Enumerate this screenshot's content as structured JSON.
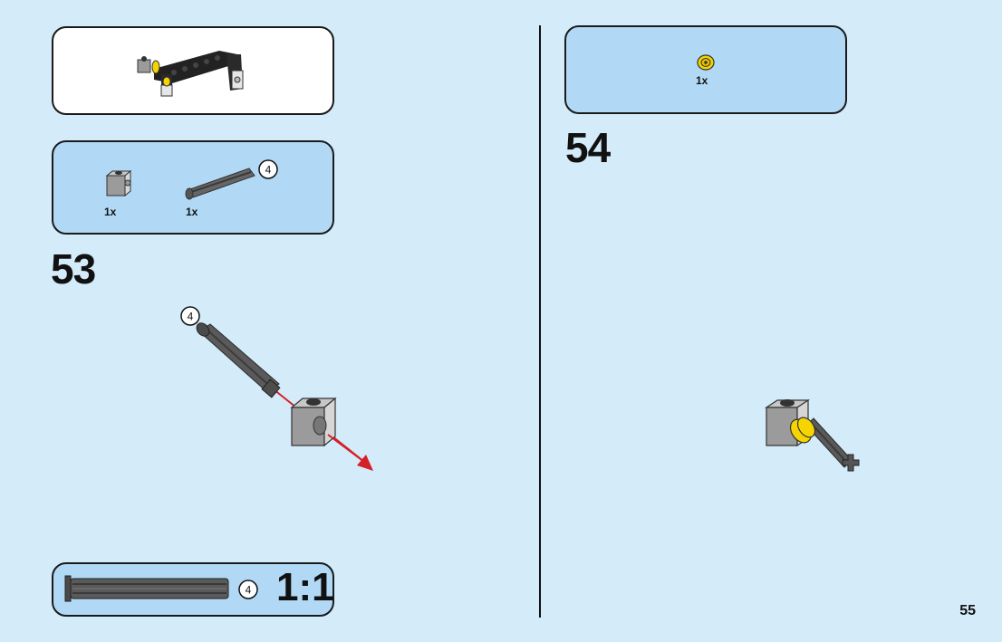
{
  "page": {
    "number": "55"
  },
  "step53": {
    "number": "53",
    "parts": [
      {
        "qty": "1x",
        "icon": "technic-brick-1x1-with-hole",
        "callout": ""
      },
      {
        "qty": "1x",
        "icon": "technic-axle",
        "callout": "4"
      }
    ],
    "main_callout": "4",
    "scale_label": "1:1",
    "scale_callout": "4"
  },
  "step54": {
    "number": "54",
    "parts": [
      {
        "qty": "1x",
        "icon": "yellow-bush",
        "callout": ""
      }
    ]
  },
  "colors": {
    "background": "#d4ebf9",
    "panel_blue": "#b1d9f6",
    "arrow_red": "#d42027",
    "part_gray": "#9b9b9b",
    "axle_dark": "#555555",
    "yellow": "#f5d400"
  }
}
